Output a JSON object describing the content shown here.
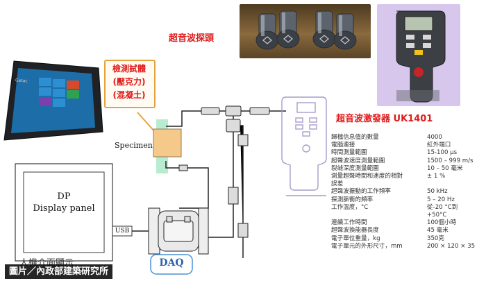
{
  "labels": {
    "transducer": "超音波探頭",
    "specimen_tag": "檢測試體\n(壓克力)\n(混凝土)",
    "specimen": "Specimen",
    "exciter_title": "超音波激發器 UK1401",
    "dp_title": "DP",
    "dp_subtitle": "Display panel",
    "usb": "USB",
    "daq": "DAQ",
    "hmi_partial": "人機介面顯示",
    "credit": "圖片／內政部建築研究所",
    "tablet_brand": "Getac"
  },
  "specs": [
    {
      "k": "歸檔信息值的數量",
      "v": "4000"
    },
    {
      "k": "電腦連接",
      "v": "紅外端口"
    },
    {
      "k": "時間測量範圍",
      "v": "15-100 µs"
    },
    {
      "k": "超聲波速度測量範圍",
      "v": "1500 – 999 m/s"
    },
    {
      "k": "裂縫深度測量範圍",
      "v": "10 – 50 毫米"
    },
    {
      "k": "測量超聲時間和速度的相對",
      "v": "± 1 %"
    },
    {
      "k": "誤差",
      "v": ""
    },
    {
      "k": "超聲波振動的工作頻率",
      "v": "50 kHz"
    },
    {
      "k": "探測脈衝的頻率",
      "v": "5 – 20 Hz"
    },
    {
      "k": "工作溫度，°C",
      "v": "從-20 °C到"
    },
    {
      "k": "",
      "v": "+50°C"
    },
    {
      "k": "連續工作時間",
      "v": "100個小時"
    },
    {
      "k": "超聲波換能器長度",
      "v": "45 毫米"
    },
    {
      "k": "電子單位重量，kg",
      "v": "350克"
    },
    {
      "k": "電子單元的外形尺寸，mm",
      "v": "200 × 120 × 35"
    }
  ],
  "colors": {
    "red": "#e01a1a",
    "specimen_fill": "#f5c98a",
    "specimen_glow": "#b8ecd0",
    "photo_bg": "#7b5a34",
    "exciter_bg": "#d7c7ec",
    "outline_purple": "#a99ccb",
    "daq_blue": "#2a63a8"
  }
}
